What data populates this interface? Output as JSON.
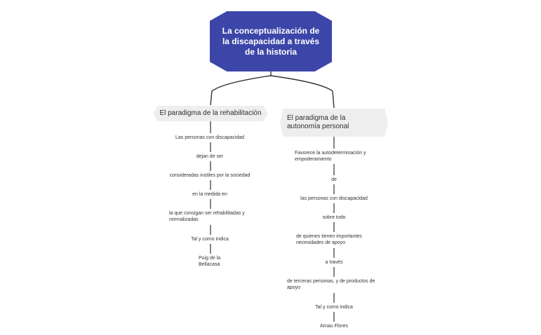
{
  "root": {
    "title": "La conceptualización de la discapacidad a través de la historia"
  },
  "left": {
    "header": "El paradigma de la rehabilitación",
    "nodes": [
      "Las personas con discapacidad",
      "dejan de ser",
      "consideradas inútiles por la sociedad",
      "en la medida en",
      "la que consigan ser rehabilitadas y normalizadas",
      "Tal y como indica",
      "Puig de la Bellacasa"
    ]
  },
  "right": {
    "header": "El paradigma de la autonomía personal",
    "nodes": [
      "Favorece la autodeterminación y empoderamiento",
      "de",
      "las personas con discapacidad",
      "sobre todo",
      "de quienes tienen importantes necesidades de apoyo",
      "a través",
      "de terceras personas, y de productos de apoyo",
      "Tal y como indica",
      "Arnau Flores"
    ]
  },
  "colors": {
    "root_fill": "#3c46a8",
    "header_fill": "#eeeeee",
    "connector": "#333333"
  }
}
